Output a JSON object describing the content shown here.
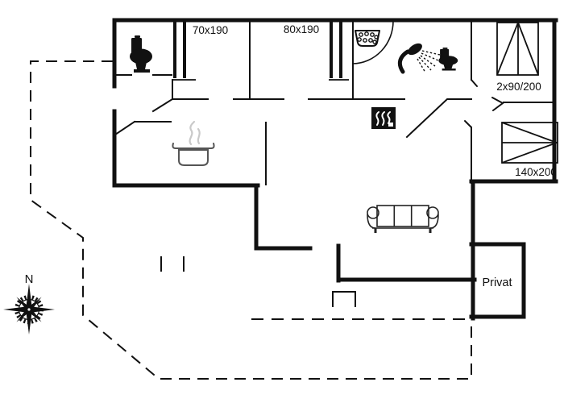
{
  "floorplan": {
    "type": "holiday-house floor plan drawing",
    "colors": {
      "background": "#ffffff",
      "walls": "#111111",
      "pot_outline": "#555555",
      "steam": "#c9c9c9"
    },
    "labels": {
      "bedroom1_bed": "70x190",
      "bedroom2_bed": "80x190",
      "bedroom_right_top_bed": "2x90/200",
      "bedroom_right_mid_bed": "140x200",
      "private_room": "Privat",
      "compass_north": "N"
    },
    "icons": {
      "toilet_left_room": "toilet-icon",
      "toilet_bathroom": "toilet-icon",
      "shower": "shower-icon",
      "washbasin": "washbasin-icon",
      "wood_stove": "wood-stove-icon",
      "cooking_pot": "cooking-pot-icon",
      "sofa": "sofa-icon",
      "double_bed": "double-bed-icon",
      "single_bed": "bed-icon",
      "compass": "compass-rose-icon"
    }
  }
}
